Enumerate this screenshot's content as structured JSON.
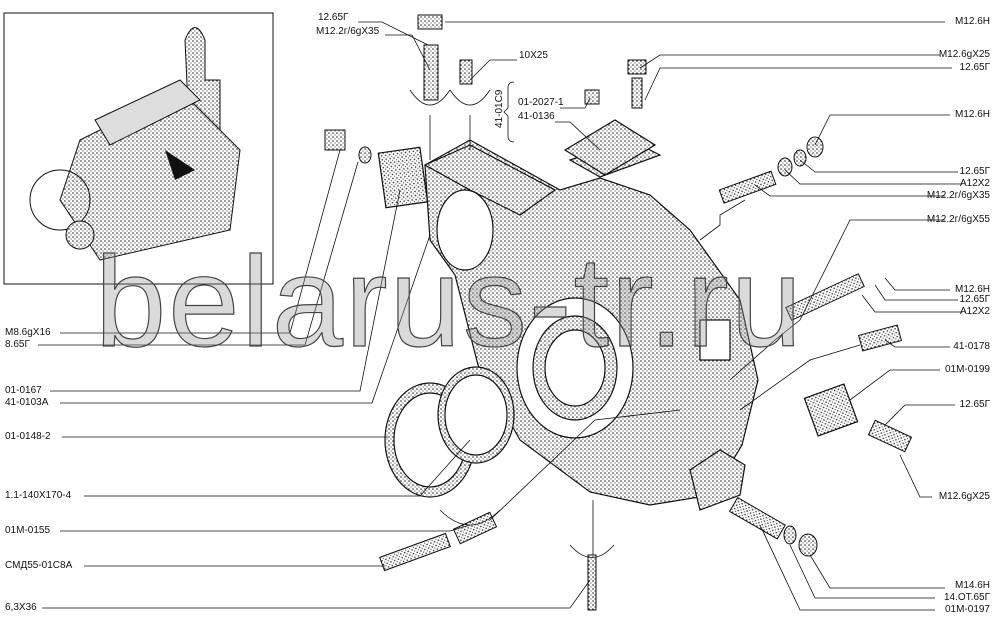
{
  "watermark": "belarus-tr.ru",
  "labels_top": [
    "12.65Г",
    "M12.2г/6gX35",
    "10X25",
    "41-01C9",
    "01-2027-1",
    "41-0136"
  ],
  "labels_right": [
    "M12.6H",
    "M12.6gX25",
    "12.65Г",
    "M12.6H",
    "12.65Г",
    "A12X2",
    "M12.2г/6gX35",
    "M12.2г/6gX55",
    "M12.6H",
    "12.65Г",
    "A12X2",
    "41-0178",
    "01M-0199",
    "12.65Г",
    "M12.6gX25",
    "M14.6H",
    "14.OT.65Г",
    "01M-0197"
  ],
  "labels_left": [
    "M8.6gX16",
    "8.65Г",
    "01-0167",
    "41-0103A",
    "01-0148-2",
    "1.1-140X170-4",
    "01M-0155",
    "СМД55-01С8А",
    "6,3X36"
  ]
}
